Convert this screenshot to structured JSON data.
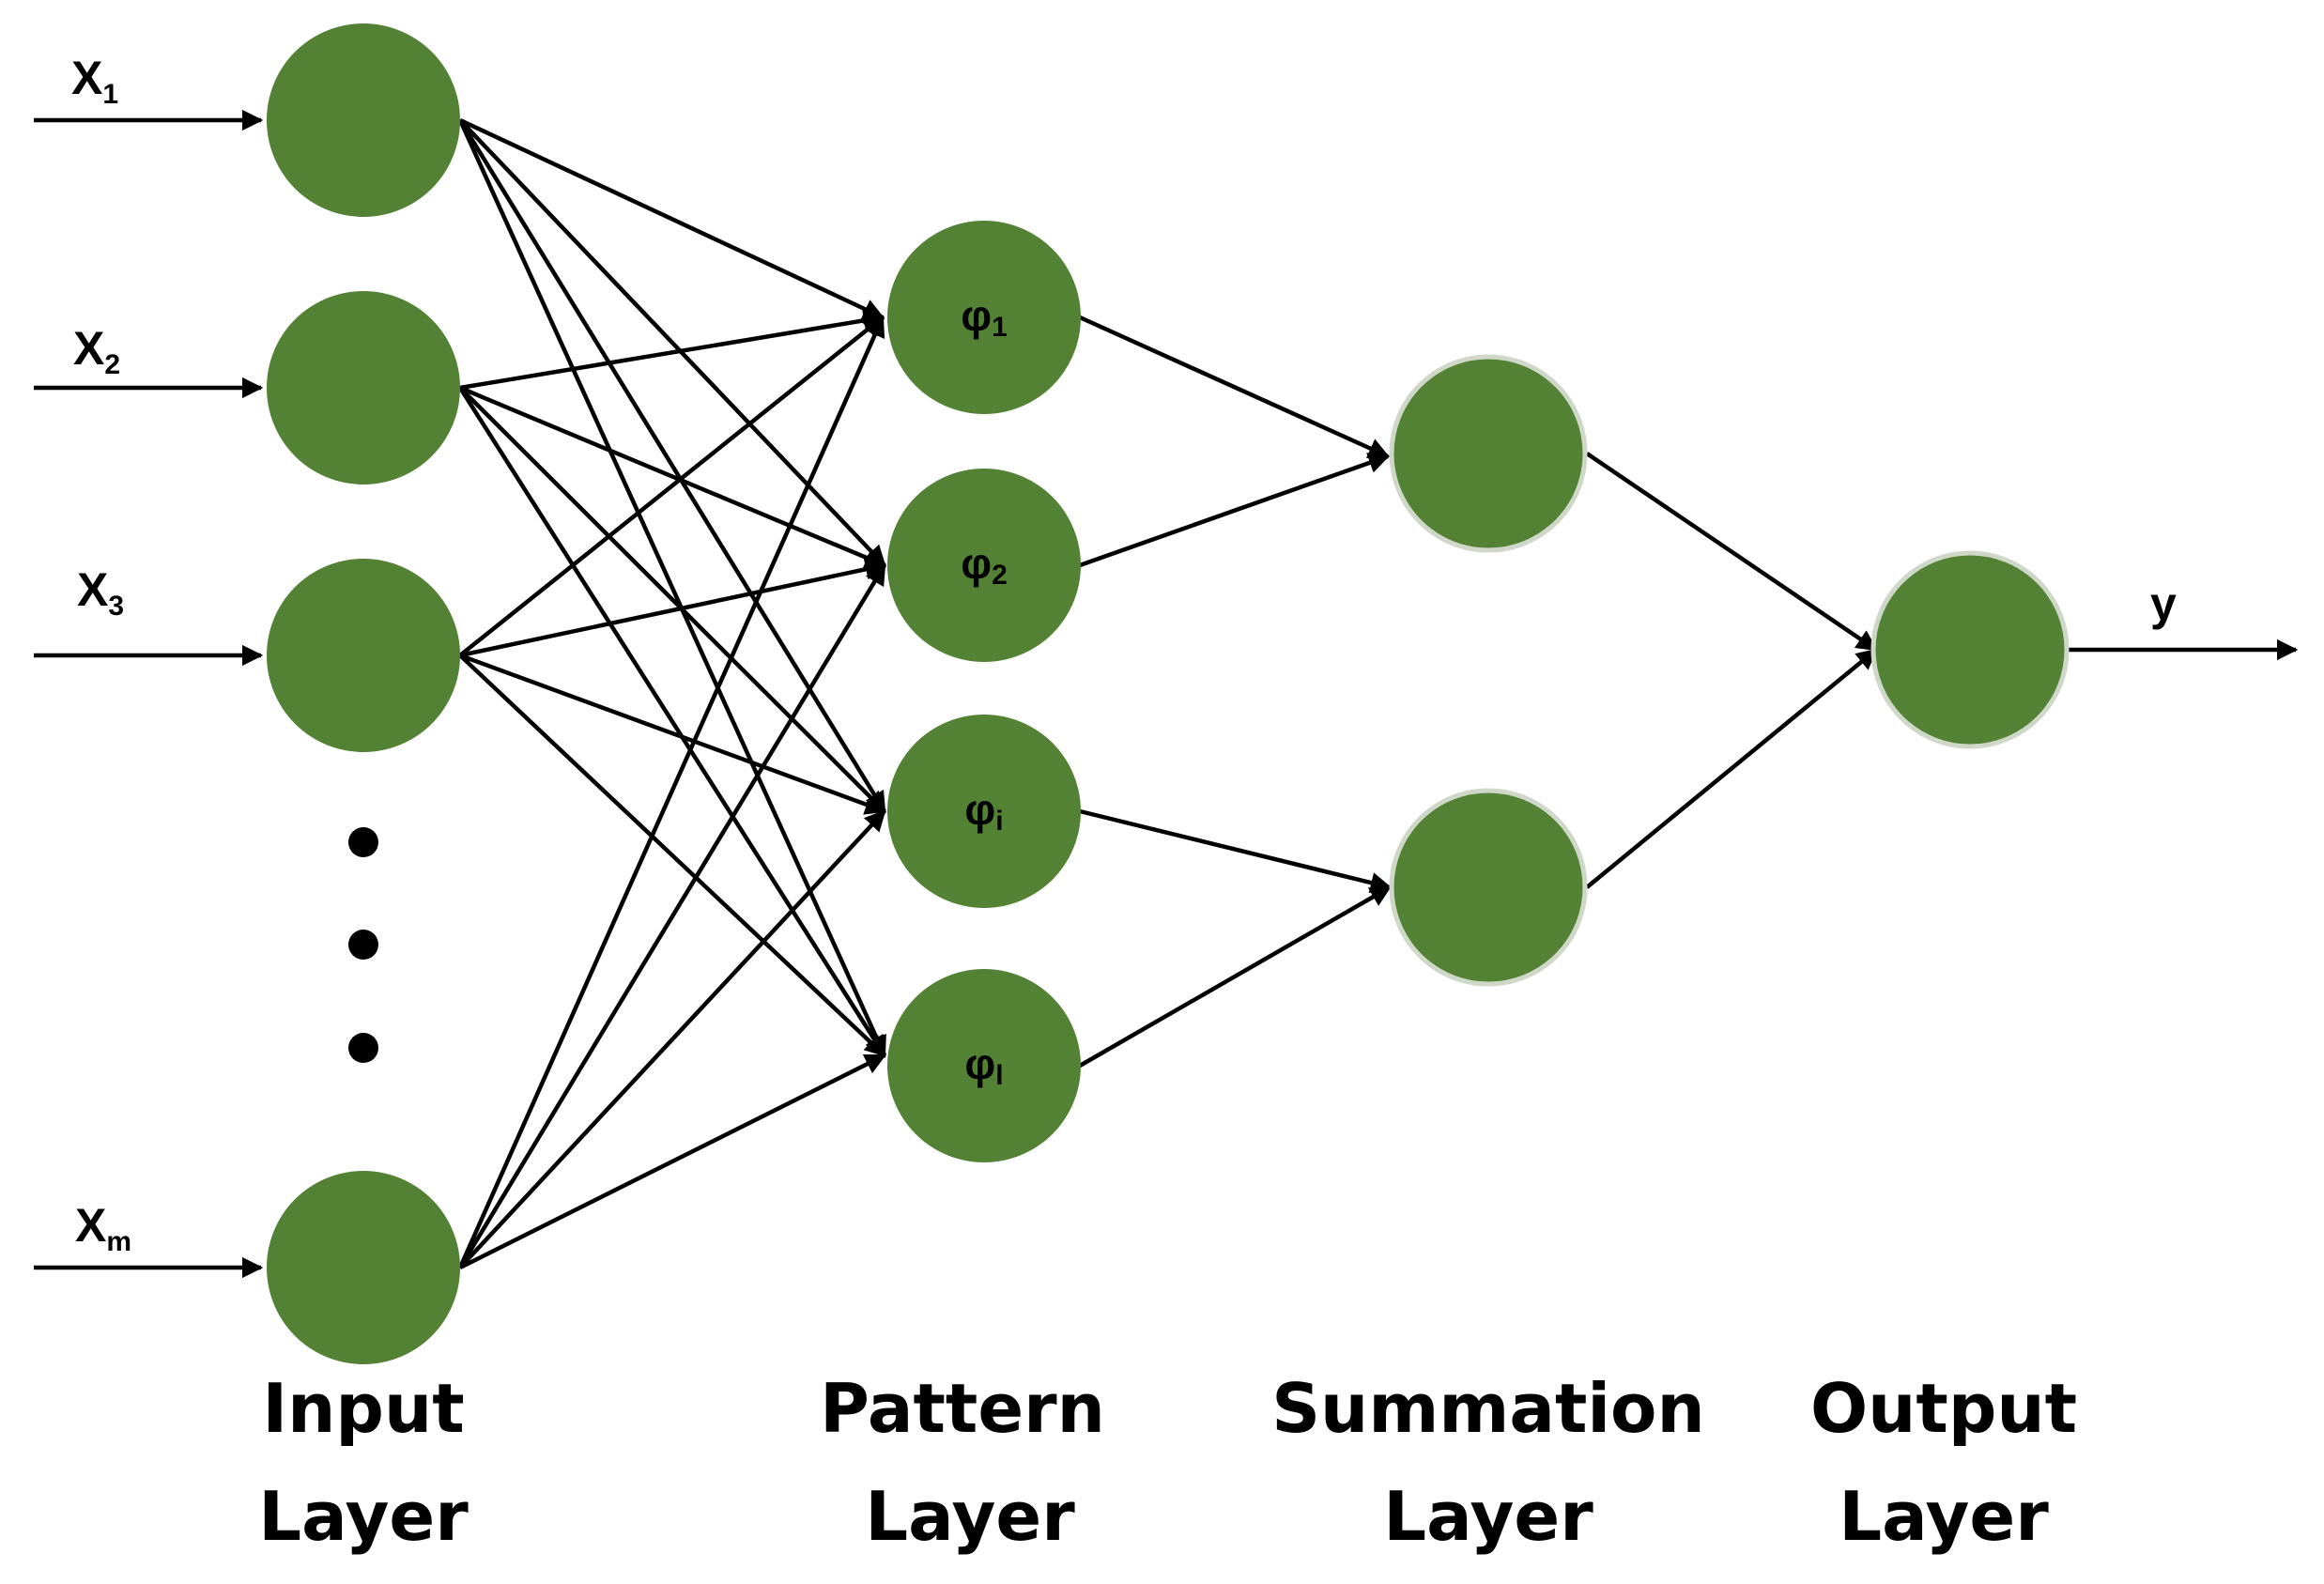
{
  "colors": {
    "node_fill": "#548235",
    "node_ring": "#cfd8c8",
    "line": "#000000"
  },
  "inputs": [
    {
      "base": "X",
      "sub": "1"
    },
    {
      "base": "X",
      "sub": "2"
    },
    {
      "base": "X",
      "sub": "3"
    },
    {
      "base": "X",
      "sub": "m"
    }
  ],
  "pattern_nodes": [
    {
      "base": "φ",
      "sub": "1"
    },
    {
      "base": "φ",
      "sub": "2"
    },
    {
      "base": "φ",
      "sub": "i"
    },
    {
      "base": "φ",
      "sub": "l"
    }
  ],
  "output": {
    "label": "y"
  },
  "layers": [
    {
      "line1": "Input",
      "line2": "Layer"
    },
    {
      "line1": "Pattern",
      "line2": "Layer"
    },
    {
      "line1": "Summation",
      "line2": "Layer"
    },
    {
      "line1": "Output",
      "line2": "Layer"
    }
  ]
}
